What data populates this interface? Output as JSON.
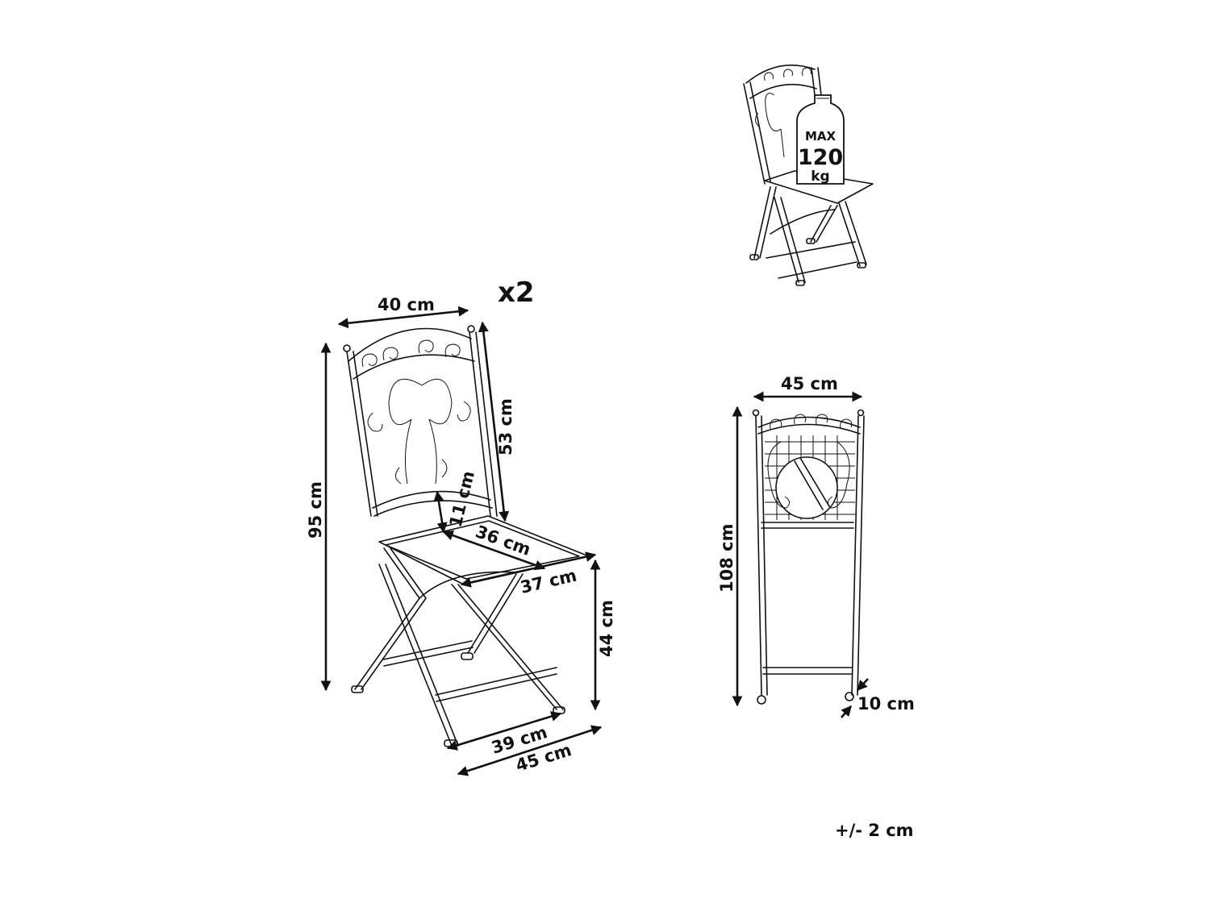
{
  "quantity": "x2",
  "chair_dimensions": {
    "back_width": "40 cm",
    "backrest_height": "53 cm",
    "total_height": "95 cm",
    "backrest_gap": "11 cm",
    "seat_depth": "36 cm",
    "seat_width": "37 cm",
    "seat_height": "44 cm",
    "front_leg_width": "39 cm",
    "base_depth": "45 cm"
  },
  "folded_dimensions": {
    "width": "45 cm",
    "height": "108 cm",
    "depth": "10 cm"
  },
  "max_load": {
    "line1": "MAX",
    "line2": "120",
    "line3": "kg"
  },
  "tolerance": "+/- 2 cm"
}
